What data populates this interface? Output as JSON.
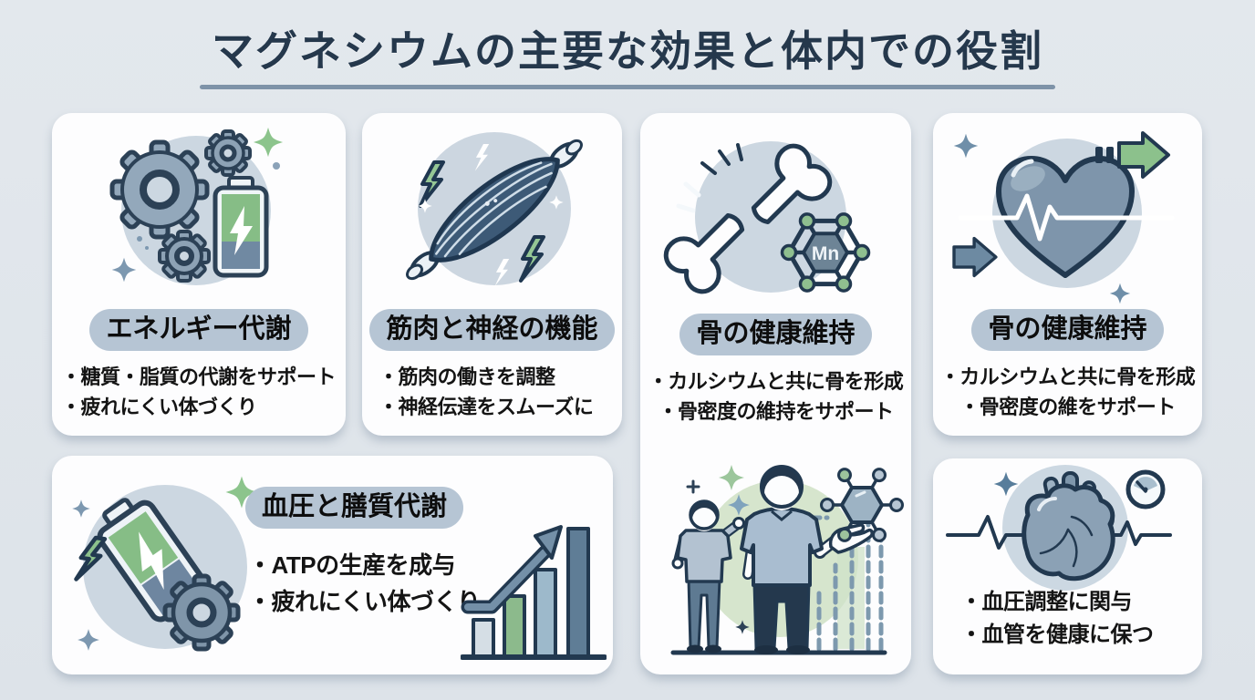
{
  "header": {
    "title": "マグネシウムの主要な効果と体内での役割"
  },
  "cards": {
    "energy": {
      "title": "エネルギー代謝",
      "bullets": [
        "・糖質・脂質の代謝をサポート",
        "・疲れにくい体づくり"
      ]
    },
    "muscle_nerve": {
      "title": "筋肉と神経の機能",
      "bullets": [
        "・筋肉の働きを調整",
        "・神経伝達をスムーズに"
      ]
    },
    "bone": {
      "title": "骨の健康維持",
      "bullets": [
        "・カルシウムと共に骨を形成",
        "・骨密度の維持をサポート"
      ],
      "molecule_label": "Mn"
    },
    "heart_rate": {
      "title": "骨の健康維持",
      "bullets": [
        "・カルシウムと共に骨を形成",
        "・骨密度の維をサポート"
      ]
    },
    "blood_pressure": {
      "title": "血圧と膳質代謝",
      "bullets": [
        "・ATPの生産を成与",
        "・疲れにくい体づくり"
      ],
      "bar_chart_relative_heights": [
        0.28,
        0.46,
        0.67,
        1.0
      ]
    },
    "vessel": {
      "bullets": [
        "・血圧調整に関与",
        "・血管を健康に保つ"
      ]
    }
  },
  "icons": {
    "energy": "gears-battery-icon",
    "muscle_nerve": "muscle-lightning-icon",
    "bone": "broken-bone-mn-molecule-icon",
    "heart_rate": "heart-ekg-arrows-icon",
    "blood_pressure": "tilted-battery-gear-icon",
    "blood_pressure_chart": "rising-bar-chart-icon",
    "people": "people-molecule-illustration",
    "vessel": "anatomical-heart-gauge-icon"
  },
  "colors": {
    "page_bg": "#dfe4e9",
    "card_bg": "#fdfdfe",
    "title_text": "#25384c",
    "title_underline": "#7e93a8",
    "pill_bg": "#b6c5d4",
    "body_text": "#141414",
    "icon_circle_bg": "#ccd7e1",
    "people_circle_bg": "#d6e5cd",
    "outline_navy": "#223950",
    "accent_green": "#8cc18c",
    "slate_blue": "#6d8aa2"
  }
}
